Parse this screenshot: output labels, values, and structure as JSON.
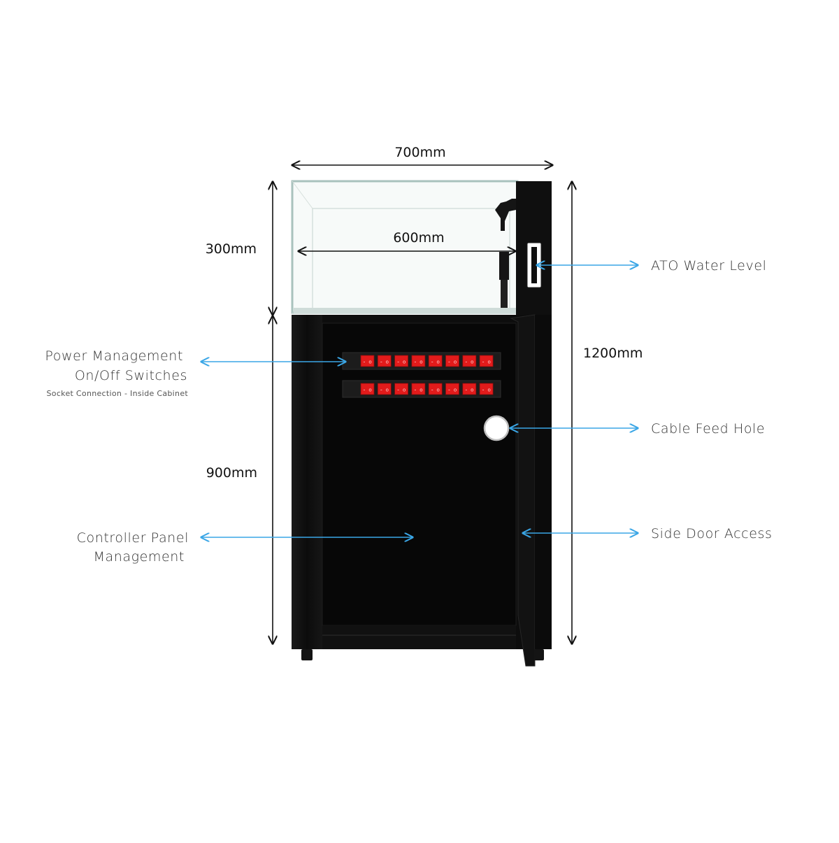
{
  "dimensions": {
    "total_width": "700mm",
    "inner_width": "600mm",
    "tank_height": "300mm",
    "cabinet_height": "900mm",
    "total_height": "1200mm"
  },
  "callouts": {
    "power_title_line1": "Power Management",
    "power_title_line2": "On/Off Switches",
    "power_subtitle": "Socket Connection - Inside Cabinet",
    "controller_line1": "Controller Panel",
    "controller_line2": "Management",
    "ato": "ATO Water Level",
    "cable_hole": "Cable Feed Hole",
    "side_door": "Side Door Access"
  },
  "switches": {
    "rows": 2,
    "per_row": 8,
    "on_symbol": "-",
    "off_symbol": "o"
  },
  "colors": {
    "arrow_accent": "#3aa6e6",
    "cabinet": "#0e0e0e",
    "switch_red": "#e21b1b",
    "glass_edge": "#9fb8b3"
  }
}
